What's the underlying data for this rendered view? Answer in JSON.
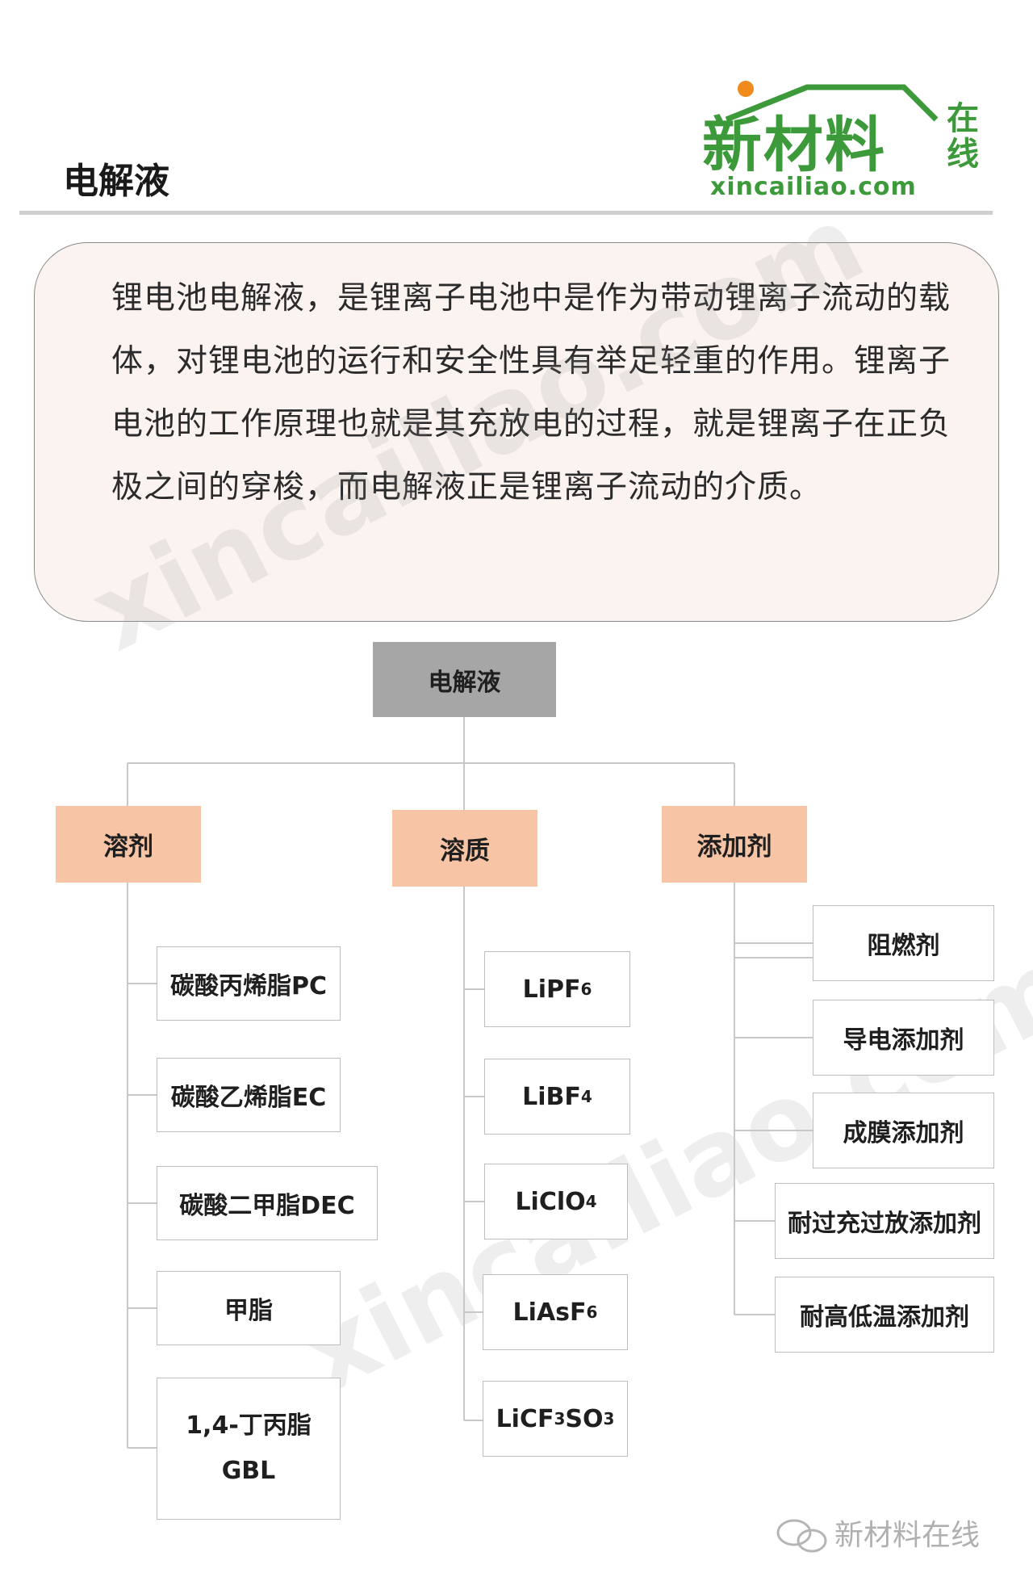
{
  "header": {
    "title": "电解液",
    "logo_main": "新材料",
    "logo_side": "在线",
    "logo_url": "xincailiao.com"
  },
  "intro": {
    "text": "锂电池电解液，是锂离子电池中是作为带动锂离子流动的载体，对锂电池的运行和安全性具有举足轻重的作用。锂离子电池的工作原理也就是其充放电的过程，就是锂离子在正负极之间的穿梭，而电解液正是锂离子流动的介质。"
  },
  "watermark": "xincailiao.com",
  "diagram": {
    "root": "电解液",
    "categories": [
      {
        "label": "溶剂",
        "items": [
          "碳酸丙烯脂PC",
          "碳酸乙烯脂EC",
          "碳酸二甲脂DEC",
          "甲脂",
          "1,4-丁丙脂",
          "GBL"
        ]
      },
      {
        "label": "溶质",
        "items": [
          "LiPF",
          "6",
          "LiBF",
          "4",
          "LiClO",
          "4",
          "LiAsF",
          "6",
          "LiCF",
          "3",
          "SO",
          "3"
        ]
      },
      {
        "label": "添加剂",
        "items": [
          "阻燃剂",
          "导电添加剂",
          "成膜添加剂",
          "耐过充过放添加剂",
          "耐高低温添加剂"
        ]
      }
    ]
  },
  "footer": {
    "account": "新材料在线"
  },
  "colors": {
    "accent_green": "#3d9a3a",
    "category_fill": "#f8c4a6",
    "root_fill": "#a6a6a6",
    "intro_fill": "#fbf3f0"
  }
}
